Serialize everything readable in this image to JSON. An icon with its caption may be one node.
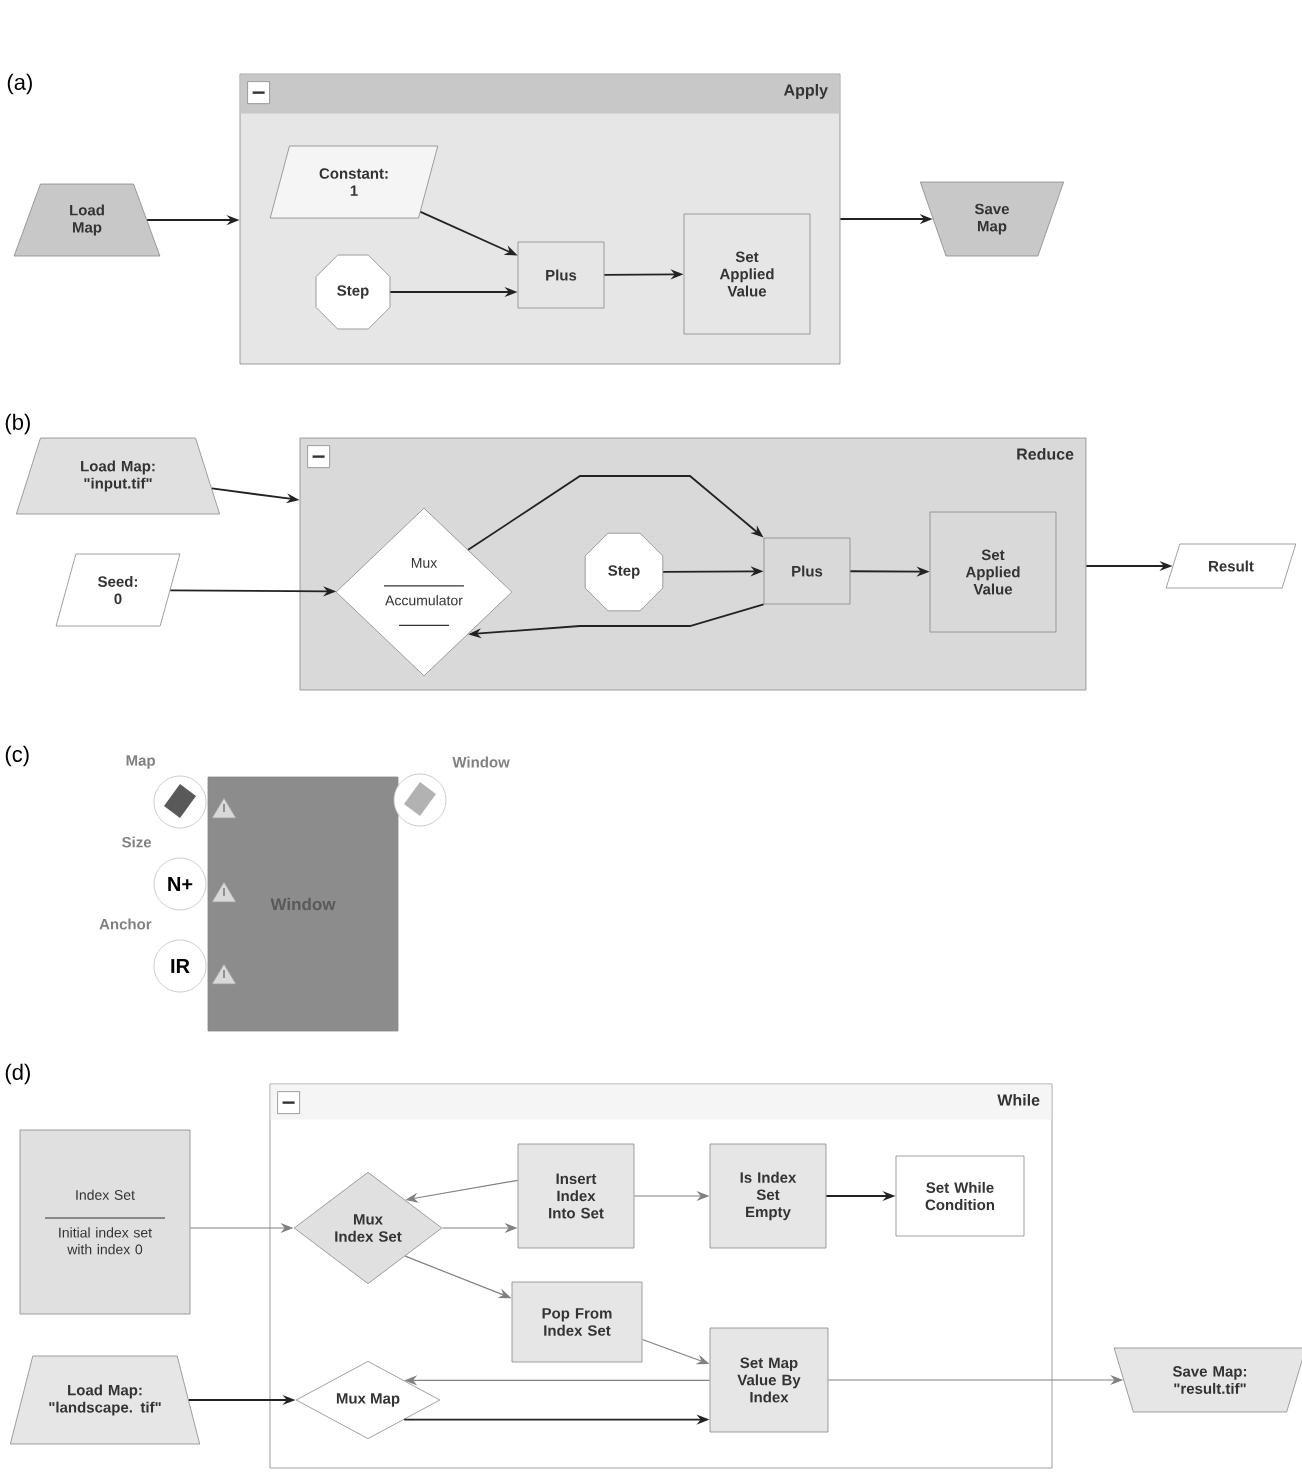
{
  "diagram": {
    "nodes": [
      {
        "text": [
          "Apply"
        ]
      },
      {
        "text": [
          "Load Map"
        ]
      },
      {
        "text": [
          "Constant: 1"
        ],
        "in": 0
      },
      {
        "text": [
          "Step"
        ],
        "in": 0
      },
      {
        "text": [
          "Plus"
        ],
        "in": 0
      },
      {
        "text": [
          "Set Applied Value"
        ],
        "in": 0
      },
      {
        "text": [
          "Save Map"
        ]
      },
      {
        "text": [
          "Reduce"
        ]
      },
      {
        "text": [
          "Load Map: \"input.tif\""
        ]
      },
      {
        "text": [
          "Seed: 0"
        ]
      },
      {
        "text": [
          "Mux",
          "Accumulator"
        ],
        "in": 7
      },
      {
        "text": [
          "Step"
        ],
        "in": 7
      },
      {
        "text": [
          "Plus"
        ],
        "in": 7
      },
      {
        "text": [
          "Set Applied Value"
        ],
        "in": 7
      },
      {
        "text": [
          "Result"
        ]
      },
      {
        "text": [],
        "shape": "circle"
      },
      {
        "text": [
          "N+"
        ]
      },
      {
        "text": [
          "IR"
        ]
      },
      {
        "text": [
          "Window"
        ]
      },
      {
        "text": [],
        "shape": "circle"
      },
      {
        "text": [
          "While"
        ]
      },
      {
        "text": [
          "Index Set",
          "Initial index set with index 0"
        ]
      },
      {
        "text": [
          "Load Map: \"landscape. tif\""
        ]
      },
      {
        "text": [
          "Mux Index Set"
        ],
        "in": 20
      },
      {
        "text": [
          "Insert Index Into Set"
        ],
        "in": 20
      },
      {
        "text": [
          "Is Index Set Empty"
        ],
        "in": 20
      },
      {
        "text": [
          "Set While Condition"
        ],
        "in": 20
      },
      {
        "text": [
          "Pop From Index Set"
        ],
        "in": 20
      },
      {
        "text": [
          "Mux Map"
        ],
        "in": 20
      },
      {
        "text": [
          "Set Map Value By Index"
        ],
        "in": 20
      },
      {
        "text": [
          "Save Map: \"result.tif\""
        ]
      }
    ],
    "edges": [
      {
        "from": 1,
        "to": 0,
        "arrow": "to"
      },
      {
        "from": 2,
        "to": 4,
        "arrow": "to"
      },
      {
        "from": 3,
        "to": 4,
        "arrow": "to"
      },
      {
        "from": 4,
        "to": 5,
        "arrow": "to"
      },
      {
        "from": 0,
        "to": 6,
        "arrow": "to"
      },
      {
        "from": 8,
        "to": 7,
        "arrow": "to"
      },
      {
        "from": 9,
        "to": 10,
        "arrow": "to"
      },
      {
        "from": 10,
        "to": 12,
        "arrow": "to"
      },
      {
        "from": 11,
        "to": 12,
        "arrow": "to"
      },
      {
        "from": 12,
        "to": 10,
        "arrow": "to"
      },
      {
        "from": 12,
        "to": 13,
        "arrow": "to"
      },
      {
        "from": 7,
        "to": 14,
        "arrow": "to"
      },
      {
        "from": 21,
        "to": 23,
        "arrow": "to",
        "color": "#808080"
      },
      {
        "from": 24,
        "to": 23,
        "arrow": "to",
        "color": "#808080"
      },
      {
        "from": 23,
        "to": 24,
        "arrow": "to",
        "color": "#808080"
      },
      {
        "from": 24,
        "to": 25,
        "arrow": "to",
        "color": "#808080"
      },
      {
        "from": 25,
        "to": 26,
        "arrow": "to"
      },
      {
        "from": 23,
        "to": 27,
        "arrow": "to",
        "color": "#808080"
      },
      {
        "from": 27,
        "to": 29,
        "arrow": "to",
        "color": "#808080"
      },
      {
        "from": 29,
        "to": 28,
        "arrow": "to",
        "color": "#808080"
      },
      {
        "from": 22,
        "to": 28,
        "arrow": "to"
      },
      {
        "from": 28,
        "to": 29,
        "arrow": "to"
      },
      {
        "from": 29,
        "to": 30,
        "arrow": "to",
        "color": "#808080"
      }
    ],
    "labels": [
      "(a)",
      "(b)",
      "(c)",
      "Map",
      "Window",
      "Size",
      "Anchor",
      "(d)"
    ]
  }
}
